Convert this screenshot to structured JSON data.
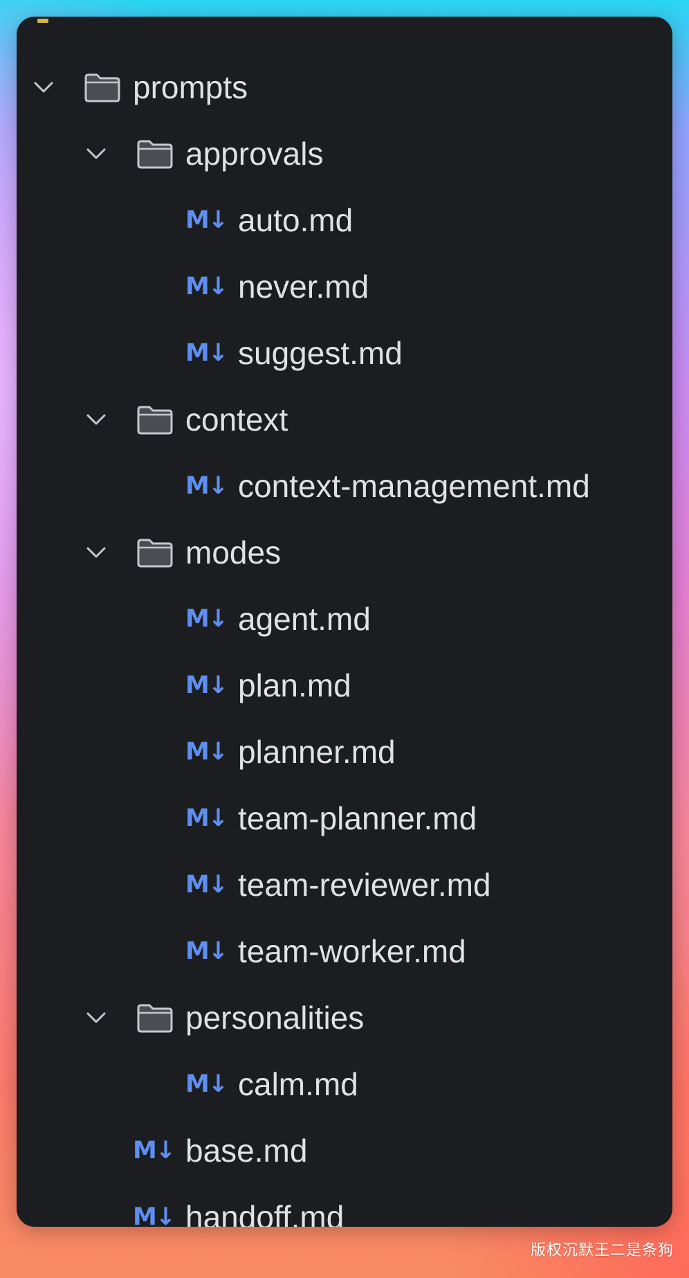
{
  "colors": {
    "panel_bg": "#1c1d20",
    "text": "#dfe1e5",
    "md_icon": "#5e8ff0",
    "folder_fill": "#4b4d53",
    "folder_stroke": "#c5c8ce",
    "chevron": "#c5c8ce"
  },
  "tree": [
    {
      "type": "folder",
      "label": "prompts",
      "depth": 0,
      "expanded": true,
      "icon": "folder-icon"
    },
    {
      "type": "folder",
      "label": "approvals",
      "depth": 1,
      "expanded": true,
      "icon": "folder-icon"
    },
    {
      "type": "file",
      "label": "auto.md",
      "depth": 2,
      "icon": "markdown-icon",
      "icon_text": "M↓"
    },
    {
      "type": "file",
      "label": "never.md",
      "depth": 2,
      "icon": "markdown-icon",
      "icon_text": "M↓"
    },
    {
      "type": "file",
      "label": "suggest.md",
      "depth": 2,
      "icon": "markdown-icon",
      "icon_text": "M↓"
    },
    {
      "type": "folder",
      "label": "context",
      "depth": 1,
      "expanded": true,
      "icon": "folder-icon"
    },
    {
      "type": "file",
      "label": "context-management.md",
      "depth": 2,
      "icon": "markdown-icon",
      "icon_text": "M↓"
    },
    {
      "type": "folder",
      "label": "modes",
      "depth": 1,
      "expanded": true,
      "icon": "folder-icon"
    },
    {
      "type": "file",
      "label": "agent.md",
      "depth": 2,
      "icon": "markdown-icon",
      "icon_text": "M↓"
    },
    {
      "type": "file",
      "label": "plan.md",
      "depth": 2,
      "icon": "markdown-icon",
      "icon_text": "M↓"
    },
    {
      "type": "file",
      "label": "planner.md",
      "depth": 2,
      "icon": "markdown-icon",
      "icon_text": "M↓"
    },
    {
      "type": "file",
      "label": "team-planner.md",
      "depth": 2,
      "icon": "markdown-icon",
      "icon_text": "M↓"
    },
    {
      "type": "file",
      "label": "team-reviewer.md",
      "depth": 2,
      "icon": "markdown-icon",
      "icon_text": "M↓"
    },
    {
      "type": "file",
      "label": "team-worker.md",
      "depth": 2,
      "icon": "markdown-icon",
      "icon_text": "M↓"
    },
    {
      "type": "folder",
      "label": "personalities",
      "depth": 1,
      "expanded": true,
      "icon": "folder-icon"
    },
    {
      "type": "file",
      "label": "calm.md",
      "depth": 2,
      "icon": "markdown-icon",
      "icon_text": "M↓"
    },
    {
      "type": "file",
      "label": "base.md",
      "depth": 1,
      "icon": "markdown-icon",
      "icon_text": "M↓"
    },
    {
      "type": "file",
      "label": "handoff.md",
      "depth": 1,
      "icon": "markdown-icon",
      "icon_text": "M↓"
    }
  ],
  "watermark": "版权沉默王二是条狗"
}
